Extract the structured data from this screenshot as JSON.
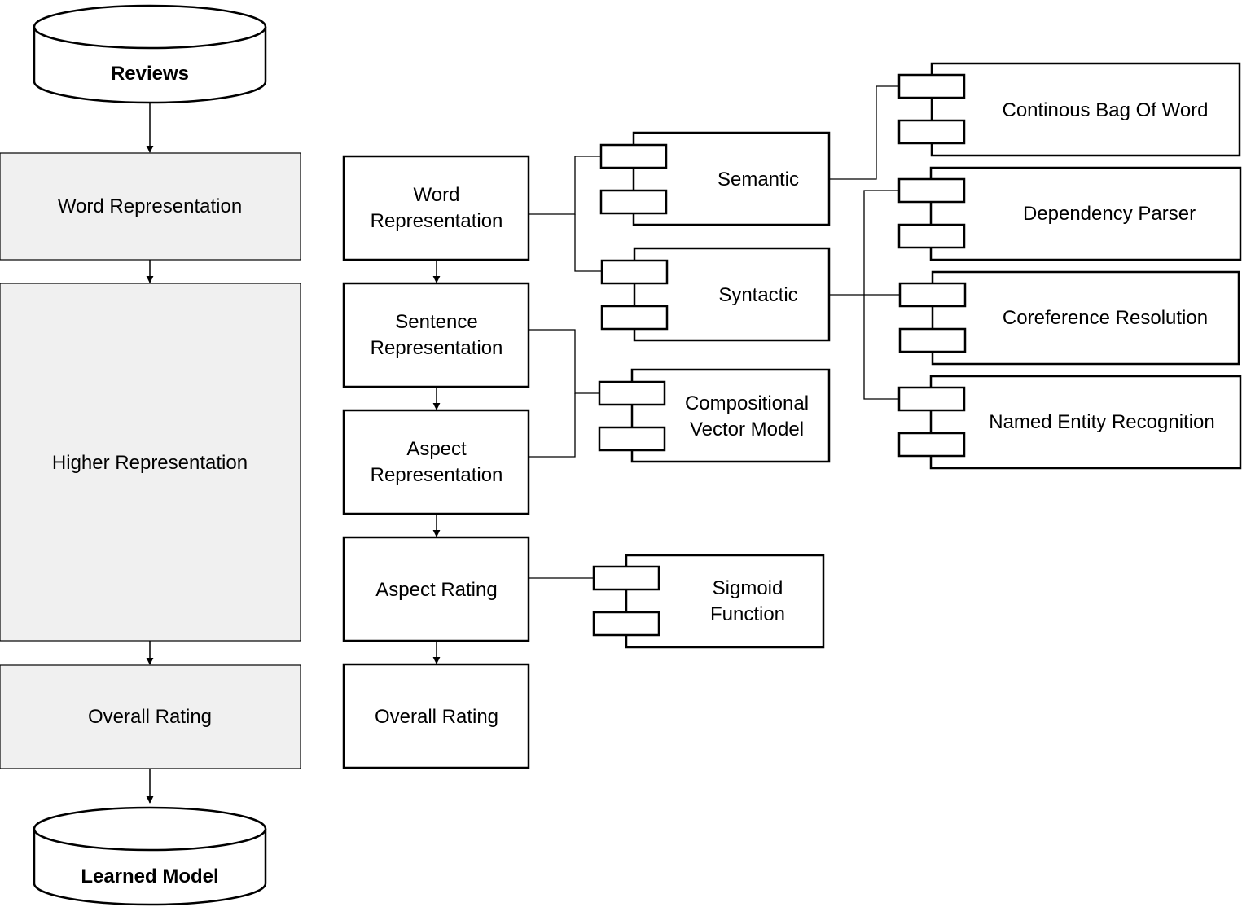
{
  "pipeline": {
    "source": "Reviews",
    "stages": [
      "Word Representation",
      "Higher Representation",
      "Overall Rating"
    ],
    "sink": "Learned Model"
  },
  "detail": {
    "word_representation": [
      "Word",
      "Representation"
    ],
    "sentence_representation": [
      "Sentence",
      "Representation"
    ],
    "aspect_representation": [
      "Aspect",
      "Representation"
    ],
    "aspect_rating": "Aspect Rating",
    "overall_rating": "Overall Rating"
  },
  "components": {
    "semantic": "Semantic",
    "syntactic": "Syntactic",
    "compositional": [
      "Compositional",
      "Vector Model"
    ],
    "sigmoid": [
      "Sigmoid",
      "Function"
    ],
    "cbow": "Continous Bag Of Word",
    "dependency_parser": "Dependency Parser",
    "coreference": "Coreference Resolution",
    "ner": "Named Entity Recognition"
  }
}
